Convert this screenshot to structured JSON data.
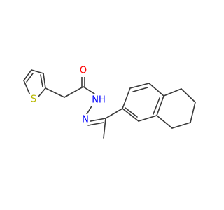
{
  "molecule": {
    "atoms": [
      {
        "id": "S",
        "label": "S",
        "color": "#b8b800"
      },
      {
        "id": "O",
        "label": "O",
        "color": "#ff0000"
      },
      {
        "id": "NH",
        "label": "NH",
        "color": "#0000ff"
      },
      {
        "id": "N",
        "label": "N",
        "color": "#0000ff"
      }
    ],
    "bond_color": "#3a3a3a"
  }
}
